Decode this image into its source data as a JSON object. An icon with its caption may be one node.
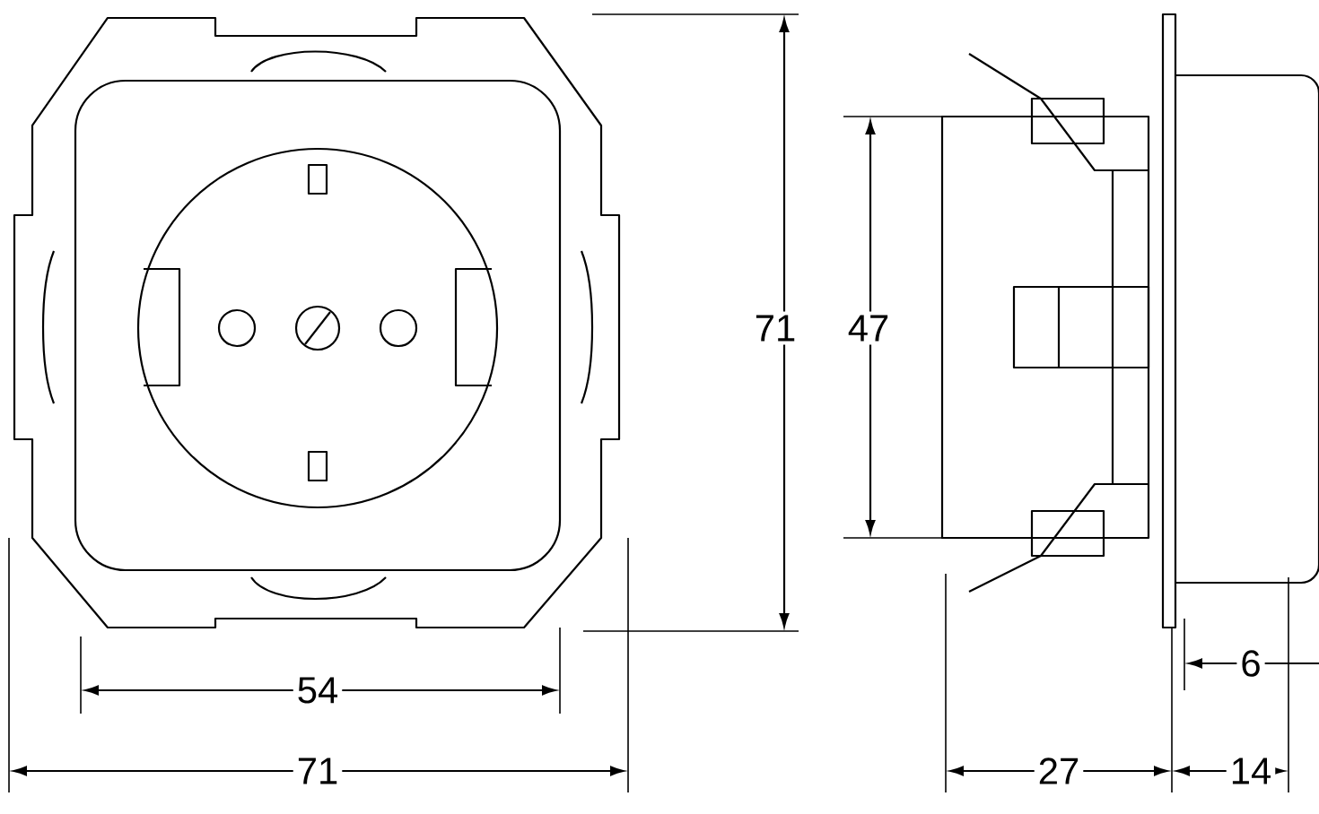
{
  "diagram": {
    "labels": [
      "71",
      "47",
      "6",
      "54",
      "71",
      "27",
      "14"
    ]
  }
}
